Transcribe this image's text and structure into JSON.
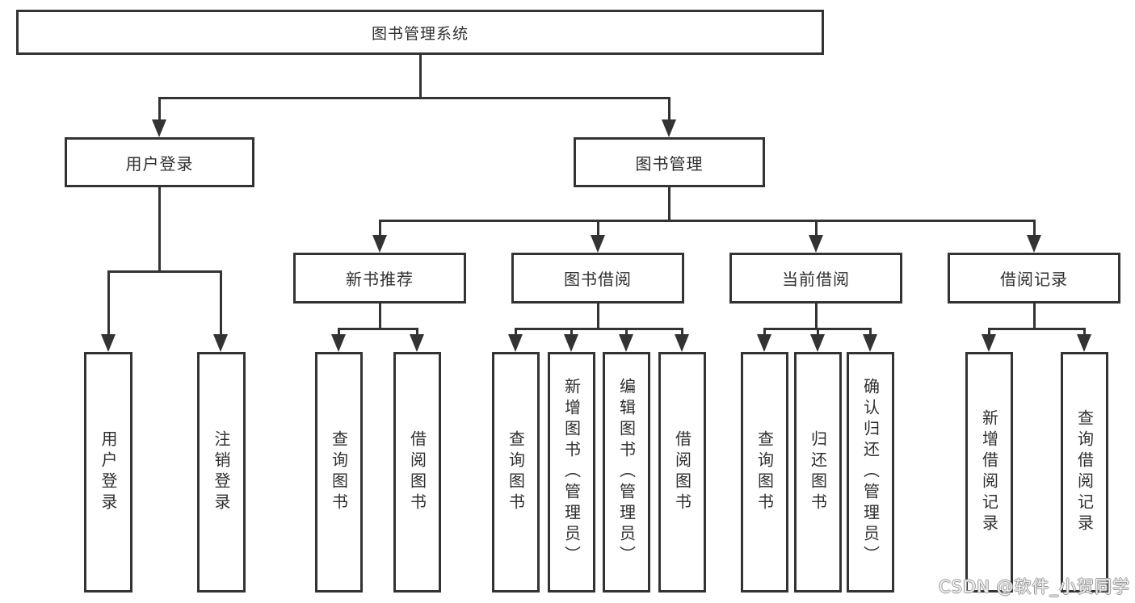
{
  "colors": {
    "line": "#333333",
    "box_border": "#333333",
    "box_fill": "#ffffff",
    "text": "#2f2f2f",
    "watermark_fill": "#ffffff",
    "watermark_outline": "#9a9a9a"
  },
  "watermark": {
    "text": "CSDN @软件_小贺同学"
  },
  "tree": {
    "root": {
      "label": "图书管理系统",
      "children": [
        {
          "label": "用户登录",
          "children": [
            {
              "label": "用户登录"
            },
            {
              "label": "注销登录"
            }
          ]
        },
        {
          "label": "图书管理",
          "children": [
            {
              "label": "新书推荐",
              "children": [
                {
                  "label": "查询图书"
                },
                {
                  "label": "借阅图书"
                }
              ]
            },
            {
              "label": "图书借阅",
              "children": [
                {
                  "label": "查询图书"
                },
                {
                  "label": "新增图书（管理员）"
                },
                {
                  "label": "编辑图书（管理员）"
                },
                {
                  "label": "借阅图书"
                }
              ]
            },
            {
              "label": "当前借阅",
              "children": [
                {
                  "label": "查询图书"
                },
                {
                  "label": "归还图书"
                },
                {
                  "label": "确认归还（管理员）"
                }
              ]
            },
            {
              "label": "借阅记录",
              "children": [
                {
                  "label": "新增借阅记录"
                },
                {
                  "label": "查询借阅记录"
                }
              ]
            }
          ]
        }
      ]
    }
  }
}
